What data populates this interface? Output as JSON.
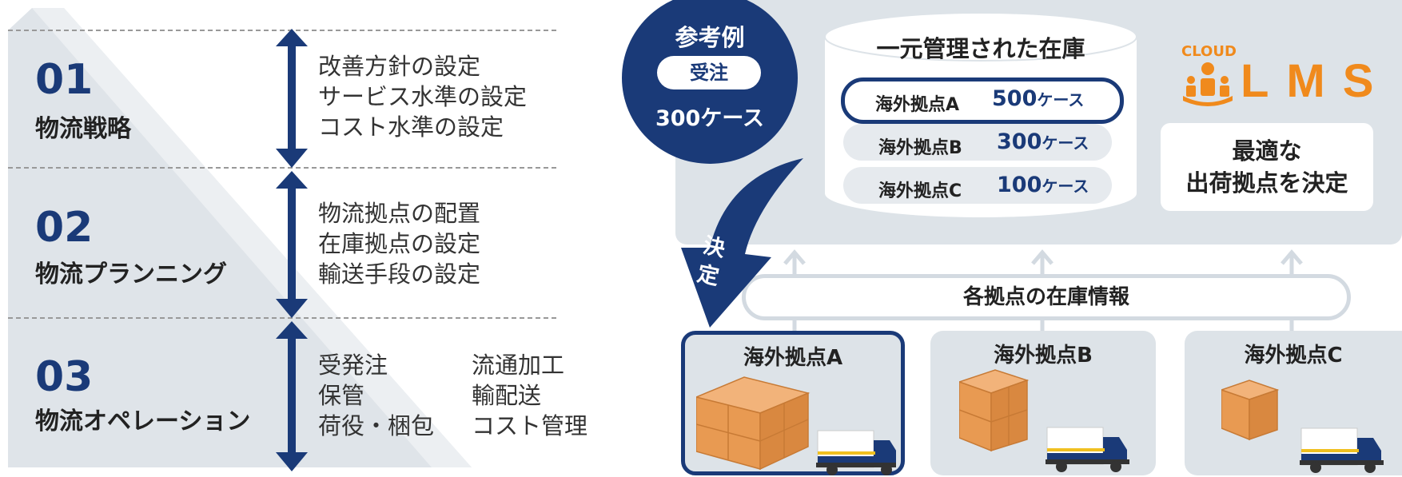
{
  "levels": [
    {
      "num": "01",
      "title": "物流戦略",
      "items": [
        "改善方針の設定",
        "サービス水準の設定",
        "コスト水準の設定"
      ]
    },
    {
      "num": "02",
      "title": "物流プランニング",
      "items": [
        "物流拠点の配置",
        "在庫拠点の設定",
        "輸送手段の設定"
      ]
    },
    {
      "num": "03",
      "title": "物流オペレーション",
      "items_col1": [
        "受発注",
        "保管",
        "荷役・梱包"
      ],
      "items_col2": [
        "流通加工",
        "輸配送",
        "コスト管理"
      ]
    }
  ],
  "example": {
    "title": "参考例",
    "order_label": "受注",
    "qty": "300ケース",
    "decision": [
      "決",
      "定"
    ]
  },
  "inventory": {
    "title": "一元管理された在庫",
    "rows": [
      {
        "name": "海外拠点A",
        "qty_num": "500",
        "qty_unit": "ケース",
        "highlight": true
      },
      {
        "name": "海外拠点B",
        "qty_num": "300",
        "qty_unit": "ケース",
        "highlight": false
      },
      {
        "name": "海外拠点C",
        "qty_num": "100",
        "qty_unit": "ケース",
        "highlight": false
      }
    ]
  },
  "logo": {
    "cloud": "CLOUD",
    "name": "LMS"
  },
  "decide_box": {
    "line1": "最適な",
    "line2": "出荷拠点を決定"
  },
  "info_bar": "各拠点の在庫情報",
  "facilities": [
    {
      "name": "海外拠点A",
      "selected": true
    },
    {
      "name": "海外拠点B",
      "selected": false
    },
    {
      "name": "海外拠点C",
      "selected": false
    }
  ],
  "colors": {
    "navy": "#1a3a78",
    "panel": "#dde3e8",
    "orange": "#f08a1c",
    "box": "#e89a52"
  }
}
